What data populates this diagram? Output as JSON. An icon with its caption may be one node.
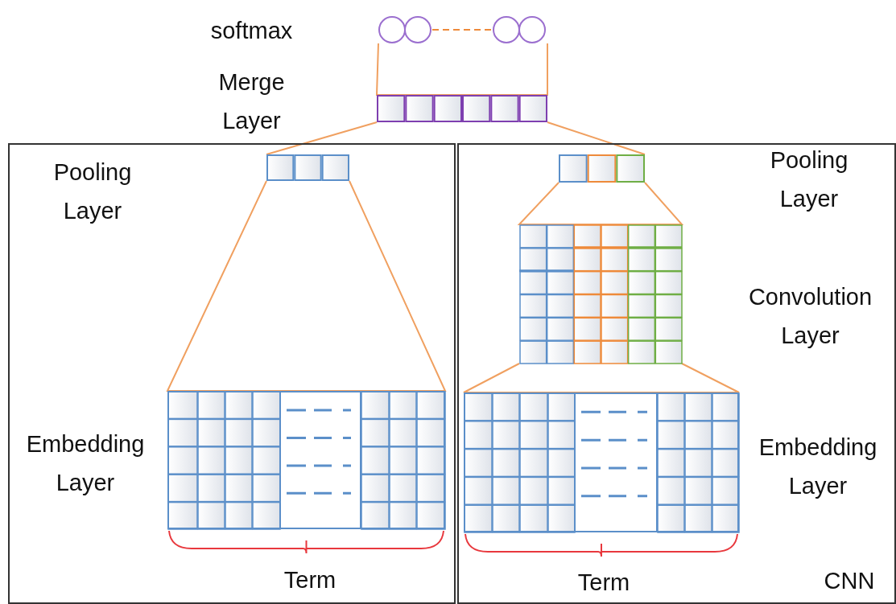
{
  "diagram": {
    "nodes": [
      {
        "text": [
          "softmax"
        ]
      },
      {
        "text": [
          "Merge Layer"
        ]
      },
      {
        "text": [],
        "shape": "box"
      },
      {
        "text": [
          "CNN"
        ]
      },
      {
        "text": [
          "Pooling Layer"
        ],
        "in": 2
      },
      {
        "text": [
          "Embedding Layer"
        ],
        "in": 2,
        "beside": [
          "Term"
        ]
      },
      {
        "text": [
          "Pooling Layer"
        ],
        "in": 3
      },
      {
        "text": [
          "Convolution Layer"
        ],
        "in": 3
      },
      {
        "text": [
          "Embedding Layer"
        ],
        "in": 3,
        "beside": [
          "Term"
        ]
      }
    ],
    "edges": [
      {
        "from": 1,
        "to": 0,
        "arrow": "none"
      },
      {
        "from": 4,
        "to": 1,
        "arrow": "none"
      },
      {
        "from": 6,
        "to": 1,
        "arrow": "none"
      },
      {
        "from": 5,
        "to": 4,
        "arrow": "none"
      },
      {
        "from": 7,
        "to": 6,
        "arrow": "none"
      },
      {
        "from": 8,
        "to": 7,
        "arrow": "none"
      }
    ]
  }
}
